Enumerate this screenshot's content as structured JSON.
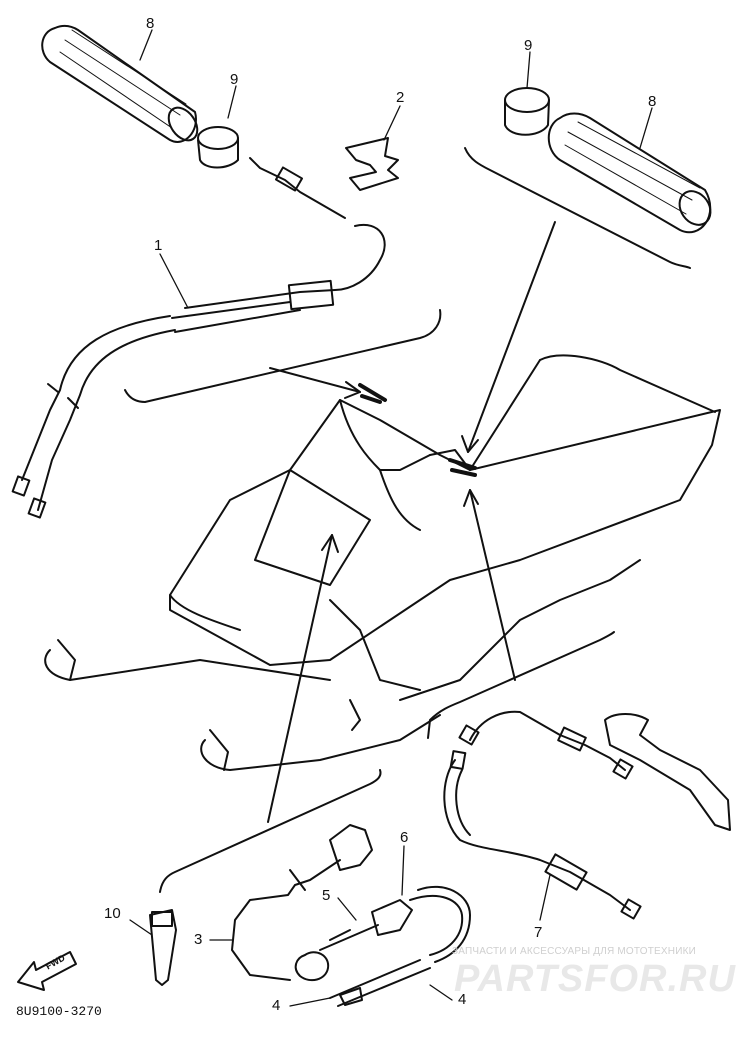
{
  "diagram": {
    "code": "8U9100-3270",
    "fwd_label": "FWD",
    "callouts": [
      {
        "id": "8",
        "part": "grip-left"
      },
      {
        "id": "9",
        "part": "ring-left"
      },
      {
        "id": "2",
        "part": "clip"
      },
      {
        "id": "9",
        "part": "ring-right"
      },
      {
        "id": "8",
        "part": "grip-right"
      },
      {
        "id": "1",
        "part": "throttle-cable"
      },
      {
        "id": "6",
        "part": "switch-cable"
      },
      {
        "id": "5",
        "part": "switch-knob"
      },
      {
        "id": "10",
        "part": "key"
      },
      {
        "id": "3",
        "part": "switch-wire-loop"
      },
      {
        "id": "7",
        "part": "brake-cable"
      },
      {
        "id": "4",
        "part": "lead-left"
      },
      {
        "id": "4",
        "part": "lead-right"
      }
    ]
  },
  "watermark": {
    "text": "ЗАПЧАСТИ И АКСЕССУАРЫ ДЛЯ МОТОТЕХНИКИ",
    "logo": "PARTSFOR.RU"
  },
  "colors": {
    "ink": "#111111",
    "watermark": "#d8d8d8"
  }
}
